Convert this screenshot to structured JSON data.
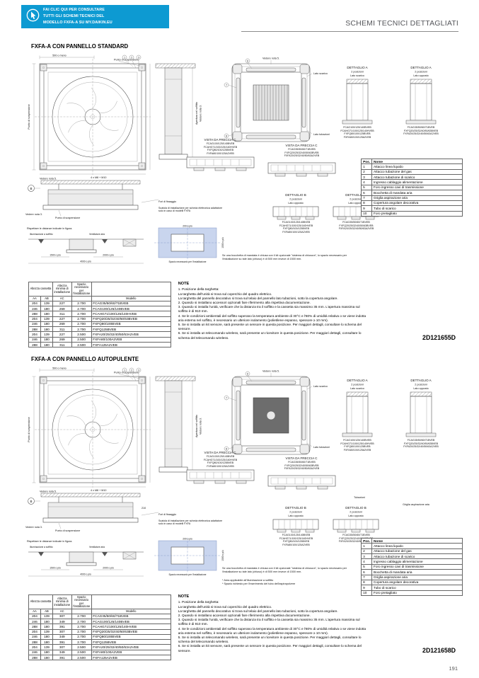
{
  "header": {
    "banner_lines": [
      "FAI CLIC QUI PER CONSULTARE",
      "TUTTI GLI SCHEMI TECNICI DEL",
      "MODELLO FXFA-A SU MY.DAIKIN.EU"
    ],
    "title": "SCHEMI TECNICI DETTAGLIATI",
    "banner_color": "#0d9ad2"
  },
  "page_number": "191",
  "sections": [
    {
      "variant": "standard",
      "title": "FXFA-A CON PANNELLO STANDARD",
      "drawing_number": "2D121655D",
      "callouts": [
        "1",
        "2",
        "3",
        "6",
        "7",
        "8"
      ],
      "labels": {
        "dim_top": "500 o meno",
        "susp": "Punto di sospensione",
        "apertura": "Apertura nel soffitto",
        "vedere3": "Vedere nota 3.",
        "vedere5": "Vedere nota 5.",
        "lato_scarico": "Lato scarico",
        "lato_tubazioni": "Lato tubazioni",
        "vista_c": "VISTA DA FRECCIA C",
        "dettaglio_a": "DETTAGLIO A",
        "dettaglio_b": "DETTAGLIO B",
        "due_pos": "2 posizioni",
        "lato_opposto": "Lato opposto",
        "b_label": "B",
        "bolt_spec": "4 x M8 + M10",
        "fori": "Fori di fissaggio",
        "scatola": "Scatola di installazione per scheda elettronica adattatore solo in caso di modelli FXFA",
        "rispettare": "Rispettare le distanze indicate in figura.",
        "illuminazione": "Illuminazione a soffitto",
        "ventilatore": "Ventilatore aria",
        "d1500": "1500 o più",
        "d2000": "2000 o più",
        "d4000": "4000 o più",
        "d200": "200 o più",
        "spazio_caption": "Spazio necessario per l'installazione",
        "griglia_asp": "",
        "tubazioni_lbl": "",
        "d210": ""
      },
      "models_large": "FCAG100/125/140BVEB\nFCAHG71/100/125/140HVEB\nFXFQ80/100/125BVEB\nFXFA80/100/125A2VEB",
      "models_small": "FCAG35/50/60/71BVEB\nFXFQ20/25/32/40/50/63BVEB\nFXFA20/25/32/40/50/63A2VEB",
      "footnote": "Se una bocchetta di mandata è chiusa con il kit opzionale \"sistema di chiusura\", lo spazio necessario per l'installazione su tale lato (chiuso) è di 500 mm invece di 1500 mm.",
      "footnote2": "",
      "parts": {
        "h_pos": "Pos.",
        "h_nome": "Nome",
        "rows": [
          [
            "1",
            "Attacco linea liquido"
          ],
          [
            "2",
            "Attacco tubazione del gas"
          ],
          [
            "3",
            "Attacco tubazione di scarico"
          ],
          [
            "4",
            "Ingresso cablaggio alimentazione"
          ],
          [
            "5",
            "Foro ingresso cavi di trasmissione"
          ],
          [
            "6",
            "Bocchetta di mandata aria"
          ],
          [
            "7",
            "Griglia aspirazione aria"
          ],
          [
            "8",
            "Copertura angolare decorativa"
          ],
          [
            "9",
            "Tubo di scarico"
          ],
          [
            "10",
            "Foro pretagliato"
          ]
        ]
      },
      "dim_table": {
        "h_altezza": "Altezza cassetta",
        "h_minima": "Altezza minima di installazione",
        "h_spazio": "Spazio necessario per l'installazione",
        "h_aa": "AA",
        "h_ab": "AB",
        "h_ac": "AC",
        "h_modello": "Modello",
        "rows": [
          [
            "204",
            "139",
            "227",
            "2.700",
            "FCAG35/50/60/71BVEB"
          ],
          [
            "246",
            "180",
            "269",
            "2.700",
            "FCAG100/125/140BVEB"
          ],
          [
            "288",
            "180",
            "311",
            "2.700",
            "FCAHG71/100/125/140HVEB"
          ],
          [
            "204",
            "139",
            "227",
            "2.700",
            "FXFQ20/25/32/40/50/63BVEB"
          ],
          [
            "246",
            "180",
            "269",
            "2.700",
            "FXFQ80/100BVEB"
          ],
          [
            "288",
            "180",
            "311",
            "2.700",
            "FXFQ125BVEB"
          ],
          [
            "204",
            "139",
            "227",
            "2.500",
            "FXFA20/25/32/40/50/63A2VEB"
          ],
          [
            "246",
            "180",
            "269",
            "2.500",
            "FXFA80/100A2VEB"
          ],
          [
            "288",
            "180",
            "311",
            "2.500",
            "FXFA125A2VEB"
          ]
        ]
      },
      "note_title": "NOTE",
      "notes": [
        "1. Posizione della targhetta:\nLa targhetta dell'unità si trova sul coperchio del quadro elettrico.\nLa targhetta del pannello decorativo si trova sul telaio del pannello lato tubazioni, sotto la copertura angolare.",
        "2. Quando si installano accessori opzionali fare riferimento alla rispettiva documentazione.",
        "3. Quando si installa l'unità, verificare che la distanza tra il soffitto e la cassetta sia massimo 35 mm. L'apertura massima sul soffitto è di 910 mm.",
        "4. Se le condizioni ambientali del soffitto superano la temperatura ambiente di 30°C e l'80% di umidità relativa o se viene indotta aria esterna nel soffitto, è necessario un ulteriore isolamento (polietilene espanso, spessore ≥ 10 mm).",
        "5. Se si installa un kit sensore, sarà presente un sensore in questa posizione. Per maggiori dettagli, consultare lo schema del sensore.",
        "6. Se si installa un telecomando wireless, sarà presente un ricevitore in questa posizione. Per maggiori dettagli, consultare lo schema del telecomando wireless."
      ]
    },
    {
      "variant": "autopulente",
      "title": "FXFA-A CON PANNELLO AUTOPULENTE",
      "drawing_number": "2D121658D",
      "callouts": [
        "1",
        "2",
        "3",
        "6",
        "7",
        "8"
      ],
      "labels": {
        "dim_top": "500 o meno",
        "susp": "Punto di sospensione",
        "apertura": "Apertura nel soffitto",
        "vedere3": "Vedere nota 3.",
        "vedere5": "Vedere nota 5.",
        "lato_scarico": "Lato scarico",
        "lato_tubazioni": "Lato tubazioni",
        "vista_c": "VISTA DA FRECCIA C",
        "dettaglio_a": "DETTAGLIO A",
        "dettaglio_b": "DETTAGLIO B",
        "due_pos": "2 posizioni",
        "lato_opposto": "Lato opposto",
        "b_label": "B",
        "bolt_spec": "4 x M8 + M10",
        "fori": "Fori di fissaggio",
        "scatola": "Scatola di installazione per scheda elettronica adattatore solo in caso di modelli FXFA",
        "rispettare": "Rispettare le distanze indicate in figura.",
        "illuminazione": "Illuminazione a soffitto",
        "ventilatore": "Ventilatore aria",
        "d1500": "1500 o più",
        "d2000": "2000 o più",
        "d4000": "4000 o più",
        "d200": "200 o più",
        "spazio_caption": "Spazio necessario per l'installazione",
        "griglia_asp": "Griglia aspirazione aria",
        "tubazioni_lbl": "Tubazioni",
        "d210": "210"
      },
      "models_large": "FCAG100/125/140BVEB\nFCAHG71/100/125/140HVEB\nFXFQ80/100/125BVEB\nFXFA80/100/125A2VEB",
      "models_small": "FCAG35/50/60/71BVEB\nFXFQ20/25/32/40/50/63BVEB\nFXFA20/25/32/40/50/63A2VEB",
      "footnote": "Se una bocchetta di mandata è chiusa con il kit opzionale \"sistema di chiusura\", lo spazio necessario per l'installazione su tale lato (chiuso) è di 500 mm invece di 1500 mm.",
      "footnote2": "* Area applicabile all'illuminazione a soffitto\n* Spazio richiesto per l'inserimento del tubo dell'aspirapolvere",
      "parts": {
        "h_pos": "Pos.",
        "h_nome": "Nome",
        "rows": [
          [
            "1",
            "Attacco linea liquido"
          ],
          [
            "2",
            "Attacco tubazione del gas"
          ],
          [
            "3",
            "Attacco tubazione di scarico"
          ],
          [
            "4",
            "Ingresso cablaggio alimentazione"
          ],
          [
            "5",
            "Foro ingresso cavi di trasmissione"
          ],
          [
            "6",
            "Bocchetta di mandata aria"
          ],
          [
            "7",
            "Griglia aspirazione aria"
          ],
          [
            "8",
            "Copertura angolare decorativa"
          ],
          [
            "9",
            "Tubo di scarico"
          ],
          [
            "10",
            "Foro pretagliato"
          ]
        ]
      },
      "dim_table": {
        "h_altezza": "Altezza cassetta",
        "h_minima": "Altezza minima di installazione",
        "h_spazio": "Spazio necessario per l'installazione",
        "h_aa": "AA",
        "h_ab": "AB",
        "h_ac": "AC",
        "h_modello": "Modello",
        "rows": [
          [
            "204",
            "139",
            "307",
            "2.700",
            "FCAG35/50/60/71BVEB"
          ],
          [
            "246",
            "180",
            "349",
            "2.700",
            "FCAG100/125/140BVEB"
          ],
          [
            "288",
            "180",
            "391",
            "2.700",
            "FCAHG71/100/125/140HVEB"
          ],
          [
            "204",
            "139",
            "307",
            "2.700",
            "FXFQ20/25/32/40/50/63BVEB"
          ],
          [
            "246",
            "180",
            "349",
            "2.700",
            "FXFQ80/100BVEB"
          ],
          [
            "288",
            "180",
            "391",
            "2.700",
            "FXFQ125BVEB"
          ],
          [
            "204",
            "139",
            "307",
            "2.500",
            "FXFA20/25/32/40/50/63A2VEB"
          ],
          [
            "246",
            "180",
            "349",
            "2.500",
            "FXFA80/100A2VEB"
          ],
          [
            "288",
            "180",
            "391",
            "2.500",
            "FXFA125A2VEB"
          ]
        ]
      },
      "note_title": "NOTE",
      "notes": [
        "1. Posizione della targhetta:\nLa targhetta dell'unità si trova sul coperchio del quadro elettrico.\nLa targhetta del pannello decorativo si trova sul telaio del pannello lato tubazioni, sotto la copertura angolare.",
        "2. Quando si installano accessori opzionali fare riferimento alla rispettiva documentazione.",
        "3. Quando si installa l'unità, verificare che la distanza tra il soffitto e la cassetta sia massimo 35 mm. L'apertura massima sul soffitto è di 910 mm.",
        "4. Se le condizioni ambientali del soffitto superano la temperatura ambiente di 30°C e l'80% di umidità relativa o se viene indotta aria esterna nel soffitto, è necessario un ulteriore isolamento (polietilene espanso, spessore ≥ 10 mm).",
        "5. Se si installa un telecomando wireless, sarà presente un ricevitore in questa posizione. Per maggiori dettagli, consultare lo schema del telecomando wireless.",
        "6. Se si installa un kit sensore, sarà presente un sensore in questa posizione. Per maggiori dettagli, consultare lo schema del sensore."
      ]
    }
  ]
}
